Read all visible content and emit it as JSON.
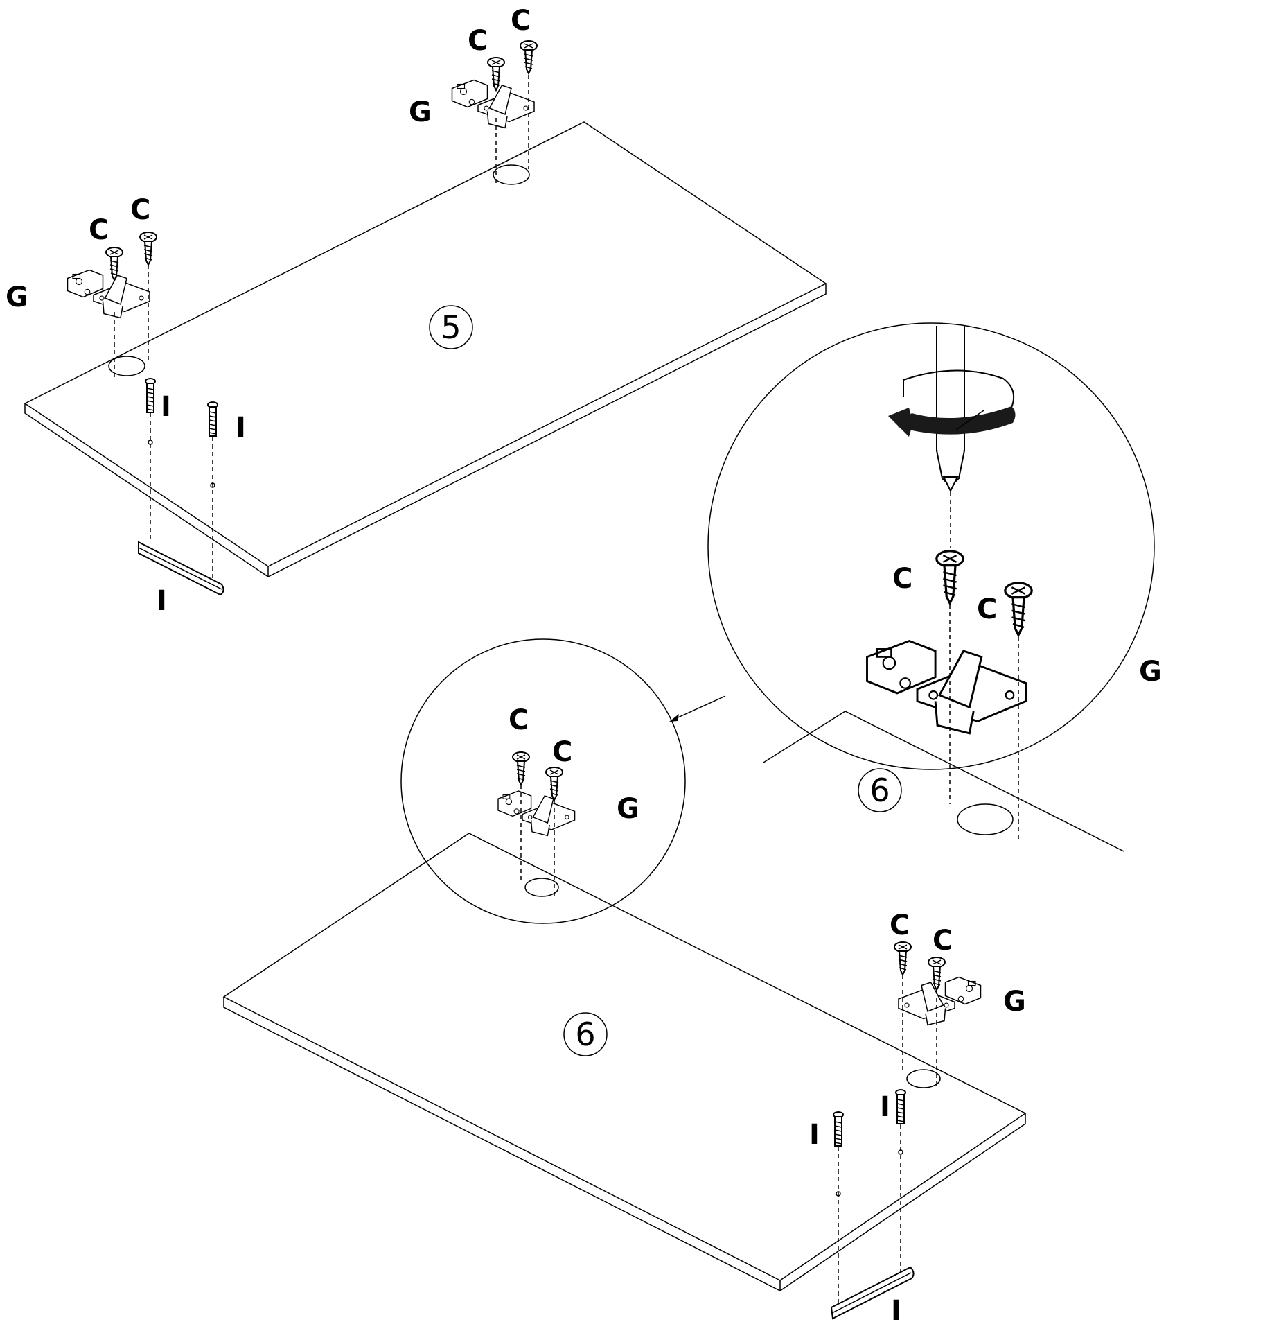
{
  "steps": {
    "step5": "5",
    "step6_board": "6",
    "step6_detail": "6"
  },
  "labels": {
    "screw": "C",
    "hinge": "G",
    "handle_part": "I"
  },
  "colors": {
    "line": "#000000",
    "background": "#ffffff"
  },
  "icons": {
    "rotation": "rotate-counterclockwise-arrow-icon",
    "screwdriver": "screwdriver-icon"
  }
}
